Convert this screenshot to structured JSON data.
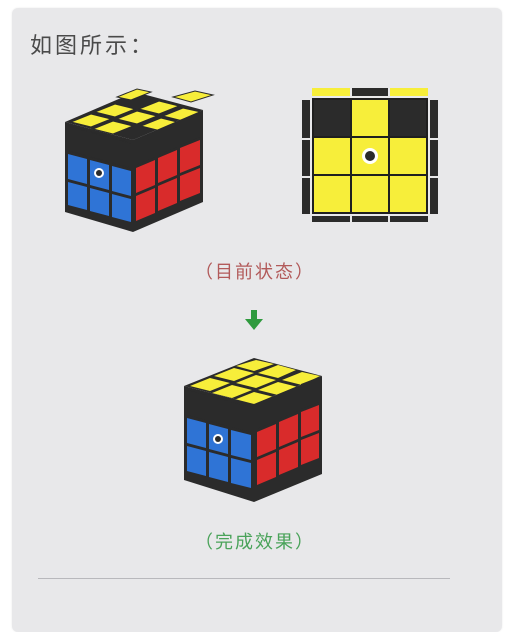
{
  "heading": "如图所示：",
  "current_state_caption": "（目前状态）",
  "final_state_caption": "（完成效果）",
  "colors": {
    "yellow": "#f7ee3a",
    "black": "#2b2b2b",
    "blue": "#2f74d6",
    "red": "#d92b2b",
    "arrow": "#2f9a3e"
  }
}
